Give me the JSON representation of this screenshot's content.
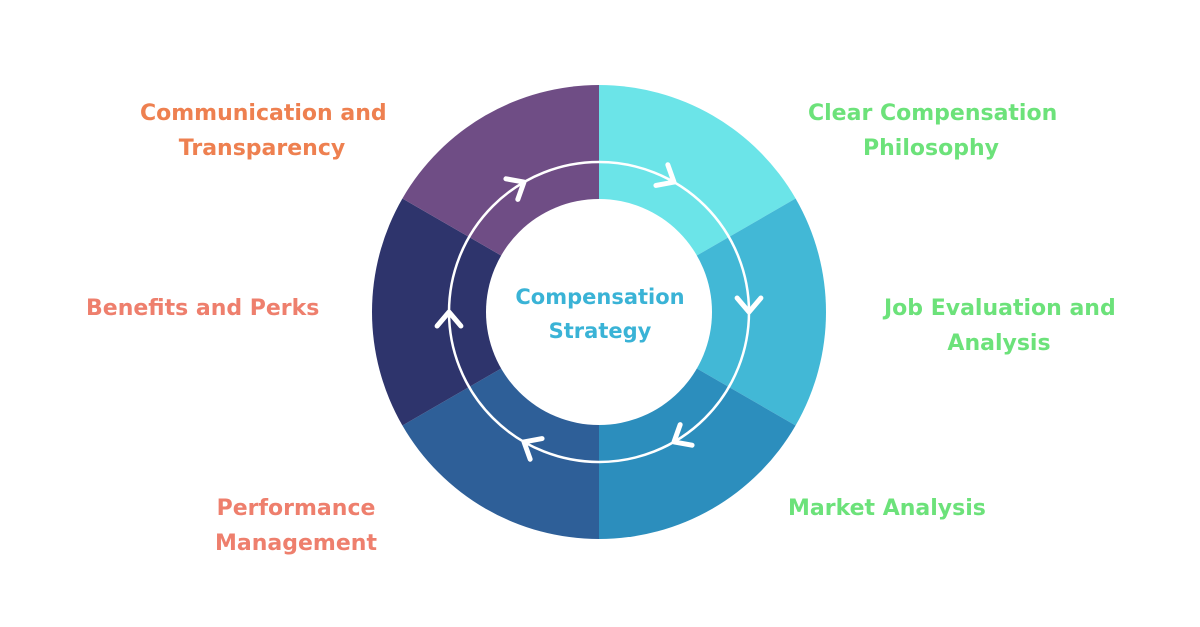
{
  "center": {
    "line1": "Compensation",
    "line2": "Strategy",
    "color": "#3AB3D6"
  },
  "segments": [
    {
      "name": "clear-compensation-philosophy",
      "color": "#6BE4E8",
      "line1": "Clear Compensation",
      "line2": "Philosophy",
      "text_color": "#6CE27A"
    },
    {
      "name": "job-evaluation-and-analysis",
      "color": "#42B8D6",
      "line1": "Job Evaluation and",
      "line2": "Analysis",
      "text_color": "#6CE27A"
    },
    {
      "name": "market-analysis",
      "color": "#2C8EBD",
      "line1": "Market Analysis",
      "line2": "",
      "text_color": "#6CE27A"
    },
    {
      "name": "performance-management",
      "color": "#2E5F98",
      "line1": "Performance",
      "line2": "Management",
      "text_color": "#EE7F6D"
    },
    {
      "name": "benefits-and-perks",
      "color": "#2E346C",
      "line1": "Benefits and Perks",
      "line2": "",
      "text_color": "#EE7F6D"
    },
    {
      "name": "communication-and-transparency",
      "color": "#6F4D85",
      "line1": "Communication and",
      "line2": "Transparency",
      "text_color": "#EE8050"
    }
  ]
}
